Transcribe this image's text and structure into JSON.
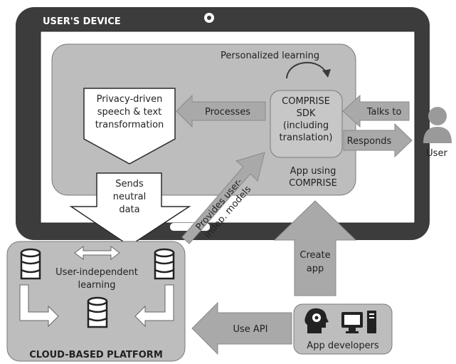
{
  "device": {
    "title": "USER'S DEVICE"
  },
  "app": {
    "personalized_learning": "Personalized learning",
    "sdk_lines": [
      "COMPRISE",
      "SDK",
      "(including",
      "translation)"
    ],
    "app_lines": [
      "App using",
      "COMPRISE"
    ]
  },
  "privacy_box": {
    "lines": [
      "Privacy-driven",
      "speech & text",
      "transformation"
    ]
  },
  "arrows": {
    "processes": "Processes",
    "talks_to": "Talks to",
    "responds": "Responds",
    "sends_lines": [
      "Sends",
      "neutral",
      "data"
    ],
    "provides_lines": [
      "Provides user-",
      "indep. models"
    ],
    "create_lines": [
      "Create",
      "app"
    ],
    "use_api": "Use API"
  },
  "user": {
    "label": "User"
  },
  "platform": {
    "title": "CLOUD-BASED PLATFORM",
    "learning_lines": [
      "User-independent",
      "learning"
    ]
  },
  "developers": {
    "label": "App developers"
  },
  "icons": [
    "camera-icon",
    "home-button-icon",
    "user-icon",
    "database-icon",
    "double-arrow-icon",
    "head-gear-icon",
    "computer-icon"
  ],
  "colors": {
    "device_frame": "#3c3c3c",
    "panel_gray": "#bdbdbd",
    "arrow_gray": "#a9a9a9",
    "user_gray": "#9a9a9a"
  }
}
